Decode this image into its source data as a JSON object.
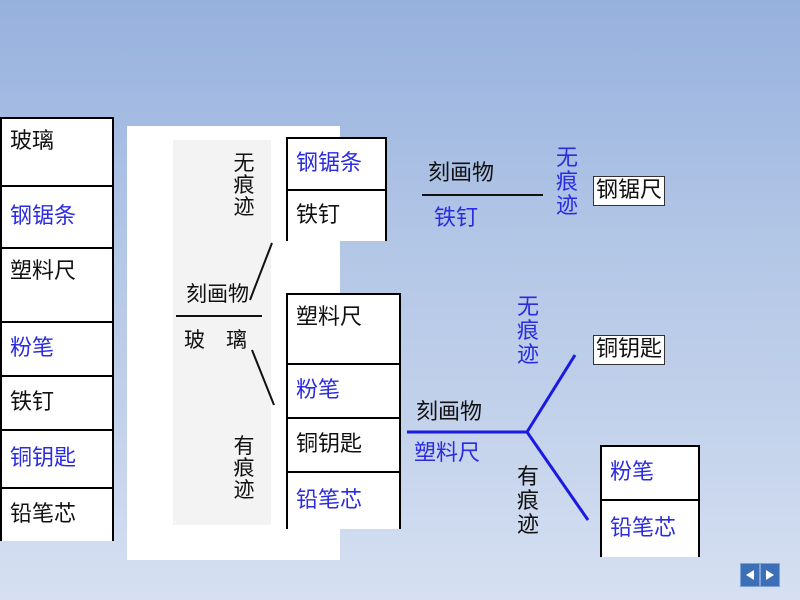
{
  "left_list": {
    "items": [
      {
        "label": "玻璃",
        "color": "#111111"
      },
      {
        "label": "钢锯条",
        "color": "#2b2be0"
      },
      {
        "label": "塑料尺",
        "color": "#111111"
      },
      {
        "label": "粉笔",
        "color": "#2b2be0"
      },
      {
        "label": "铁钉",
        "color": "#111111"
      },
      {
        "label": "铜钥匙",
        "color": "#2b2be0"
      },
      {
        "label": "铅笔芯",
        "color": "#111111"
      }
    ]
  },
  "glass_test": {
    "top_label": "无痕迹",
    "test_label": "刻画物",
    "material_label": "玻　璃",
    "bottom_label": "有痕迹"
  },
  "group_no_mark": {
    "items": [
      {
        "label": "钢锯条",
        "color": "#2b2be0"
      },
      {
        "label": "铁钉",
        "color": "#111111"
      }
    ]
  },
  "group_mark": {
    "items": [
      {
        "label": "塑料尺",
        "color": "#111111"
      },
      {
        "label": "粉笔",
        "color": "#2b2be0"
      },
      {
        "label": "铜钥匙",
        "color": "#111111"
      },
      {
        "label": "铅笔芯",
        "color": "#2b2be0"
      }
    ]
  },
  "nail_test": {
    "test_label": "刻画物",
    "material_label": "铁钉",
    "no_mark_label": "无痕迹",
    "result": "钢锯尺"
  },
  "ruler_test": {
    "test_label": "刻画物",
    "material_label": "塑料尺",
    "no_mark_label": "无痕迹",
    "mark_label": "有痕迹",
    "result_no_mark": "铜钥匙",
    "result_mark": [
      {
        "label": "粉笔"
      },
      {
        "label": "铅笔芯"
      }
    ]
  },
  "nav": {
    "prev_icon": "prev-arrow-icon",
    "next_icon": "next-arrow-icon",
    "color": "#3d6fb6"
  }
}
